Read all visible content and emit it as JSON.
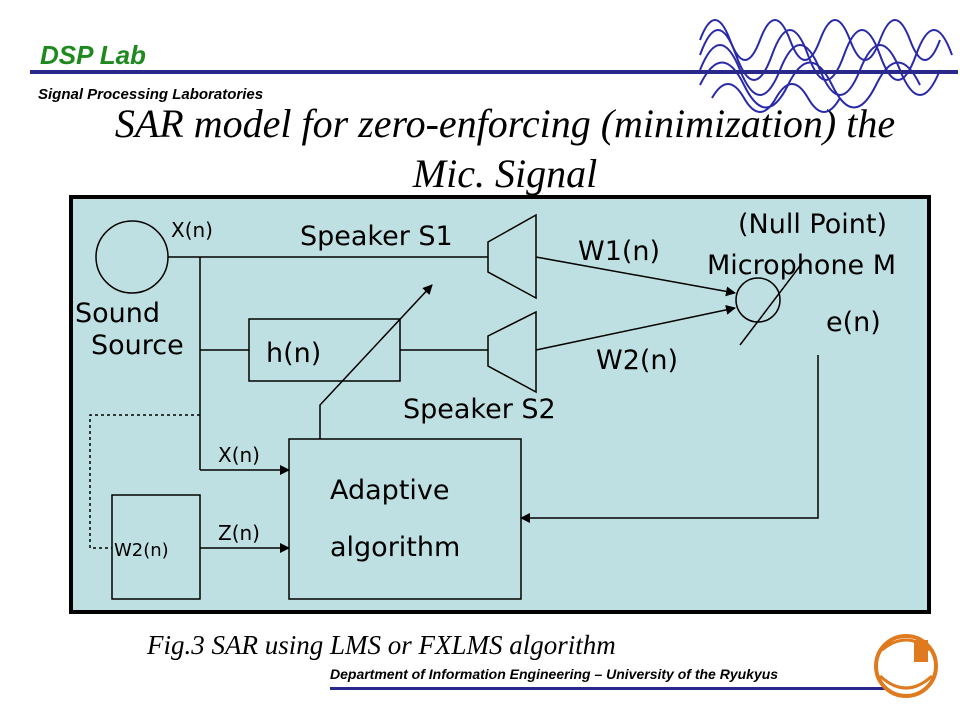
{
  "header": {
    "lab_name": "DSP Lab",
    "lab_subtitle": "Signal Processing Laboratories"
  },
  "title": {
    "line1": "SAR model for zero-enforcing (minimization) the",
    "line2": "Mic. Signal"
  },
  "diagram": {
    "source_signal": "X(n)",
    "sound_source_line1": "Sound",
    "sound_source_line2": "Source",
    "filter": "h(n)",
    "speaker1": "Speaker S1",
    "speaker2": "Speaker S2",
    "path1": "W1(n)",
    "path2": "W2(n)",
    "null_point": "(Null Point)",
    "microphone": "Microphone M",
    "error": "e(n)",
    "algorithm_input_x": "X(n)",
    "algorithm_input_z": "Z(n)",
    "filter_estimate": "W2(n)",
    "algorithm_line1": "Adaptive",
    "algorithm_line2": "algorithm"
  },
  "caption": "Fig.3  SAR using LMS or FXLMS algorithm",
  "footer": {
    "department": "Department of Information Engineering  – University of the Ryukyus"
  },
  "colors": {
    "accent_green": "#1e8a1e",
    "rule_blue": "#29298c",
    "panel_fill": "#bfe0e2",
    "wave_blue": "#2a2aa8"
  }
}
